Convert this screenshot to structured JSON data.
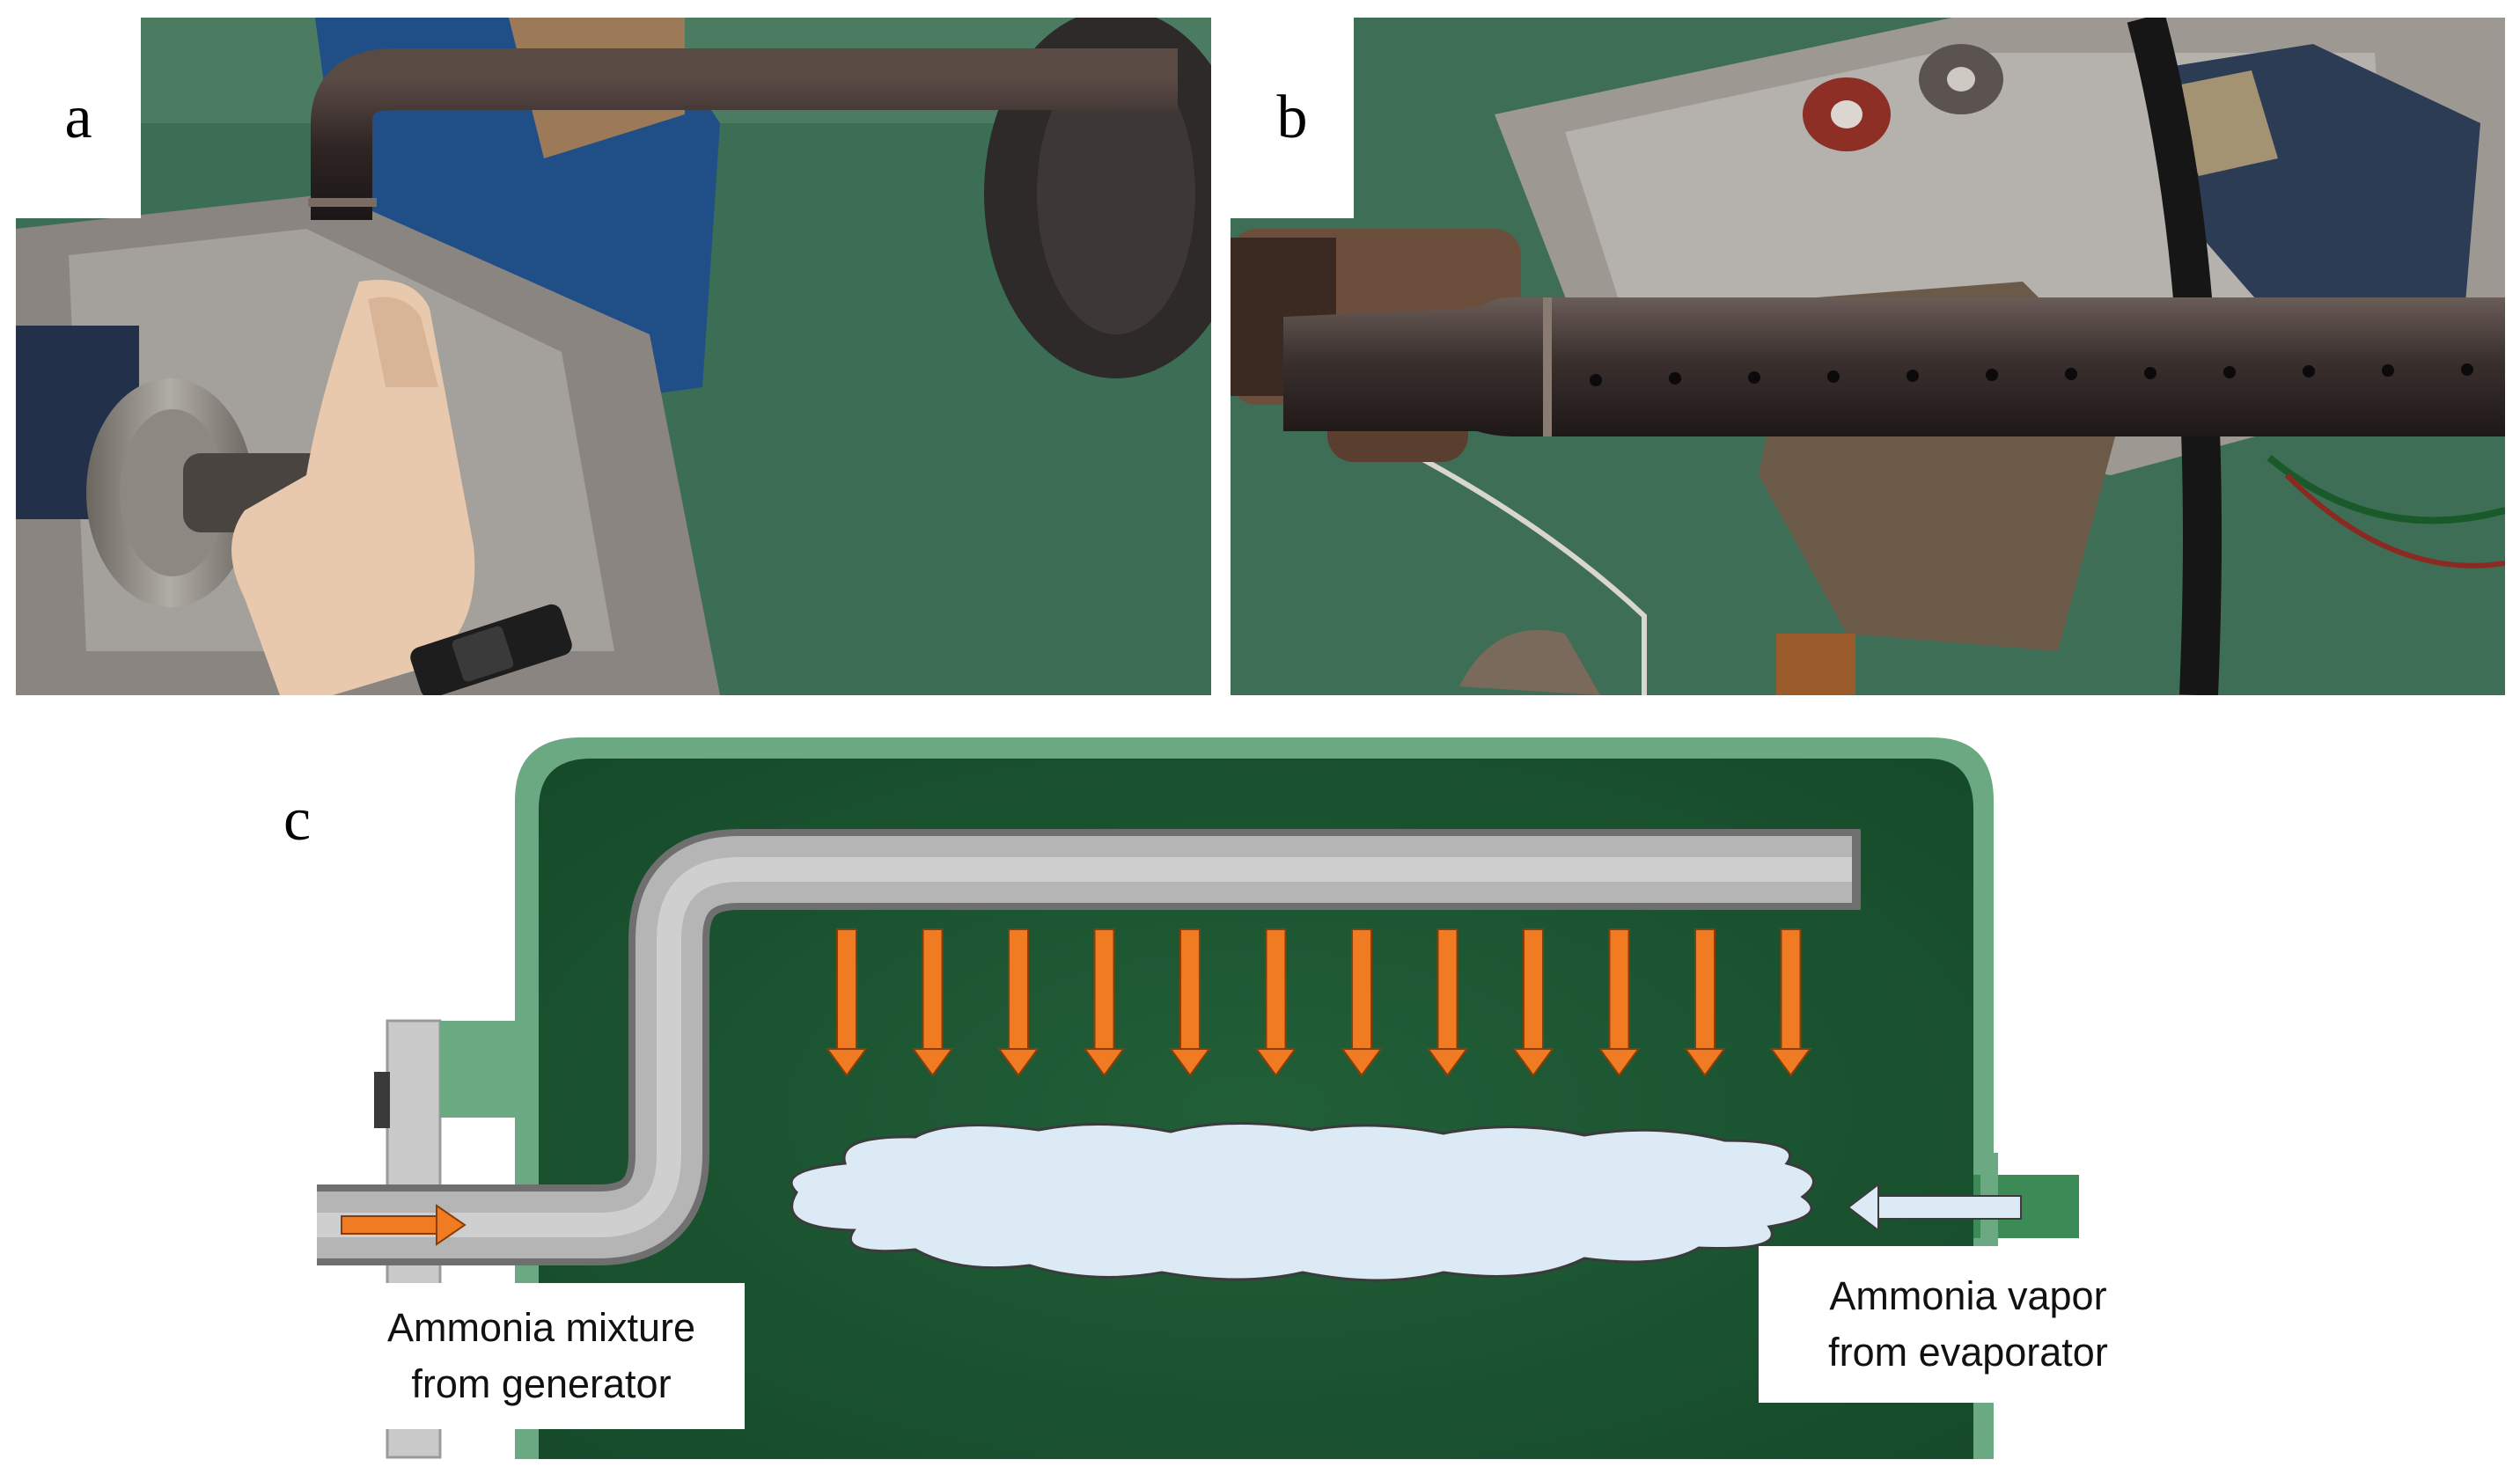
{
  "panels": {
    "a": {
      "label": "a"
    },
    "b": {
      "label": "b"
    },
    "c": {
      "label": "c",
      "inlet_caption": {
        "line1": "Ammonia mixture",
        "line2": "from generator"
      },
      "vapor_caption": {
        "line1": "Ammonia vapor",
        "line2": "from evaporator"
      }
    }
  },
  "colors": {
    "tank_green": "#1d5a33",
    "tank_shell": "#6aa981",
    "pipe_gray": "#a9a9a9",
    "arrow_orange": "#f07b22",
    "vapor_blue": "#dceaf6",
    "floor_green": "#3a6f52"
  },
  "icons": {
    "flow_arrow": "arrow-down-icon",
    "inlet_arrow": "arrow-right-icon",
    "vapor_arrow": "arrow-left-icon"
  }
}
